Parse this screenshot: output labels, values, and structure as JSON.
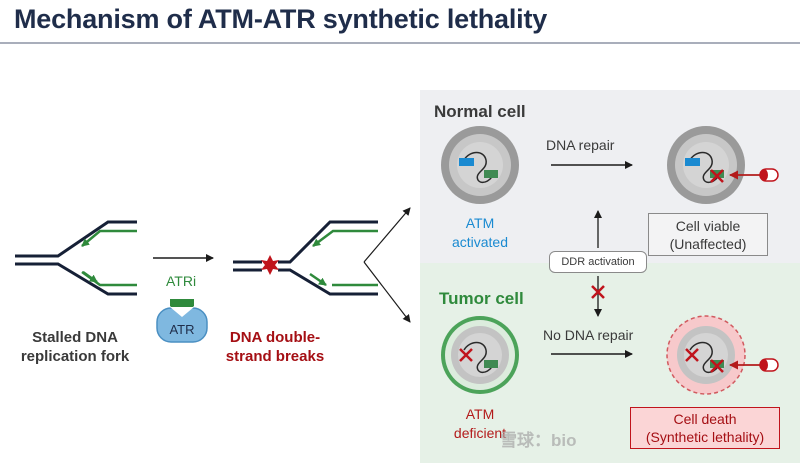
{
  "title": "Mechanism of ATM-ATR synthetic lethality",
  "left": {
    "stalled_label_1": "Stalled DNA",
    "stalled_label_2": "replication fork",
    "inhibitor_label": "ATRi",
    "atr_label": "ATR",
    "dsb_label_1": "DNA double-",
    "dsb_label_2": "strand breaks"
  },
  "normal": {
    "title": "Normal cell",
    "repair_label": "DNA repair",
    "atm_line1": "ATM",
    "atm_line2": "activated",
    "outcome_line1": "Cell viable",
    "outcome_line2": "(Unaffected)"
  },
  "ddr_label": "DDR activation",
  "tumor": {
    "title": "Tumor cell",
    "repair_label": "No DNA repair",
    "atm_line1": "ATM",
    "atm_line2": "deficient",
    "outcome_line1": "Cell death",
    "outcome_line2": "(Synthetic lethality)"
  },
  "watermark": "雪球：bio",
  "colors": {
    "navy": "#1f2d4a",
    "dna": "#162036",
    "green": "#2f8a3c",
    "red": "#b31b1b",
    "blue": "#1a8ad1",
    "gray_cell": "#9a9a9a",
    "normal_bg": "#eeeff2",
    "tumor_bg": "#e6f1e7"
  }
}
